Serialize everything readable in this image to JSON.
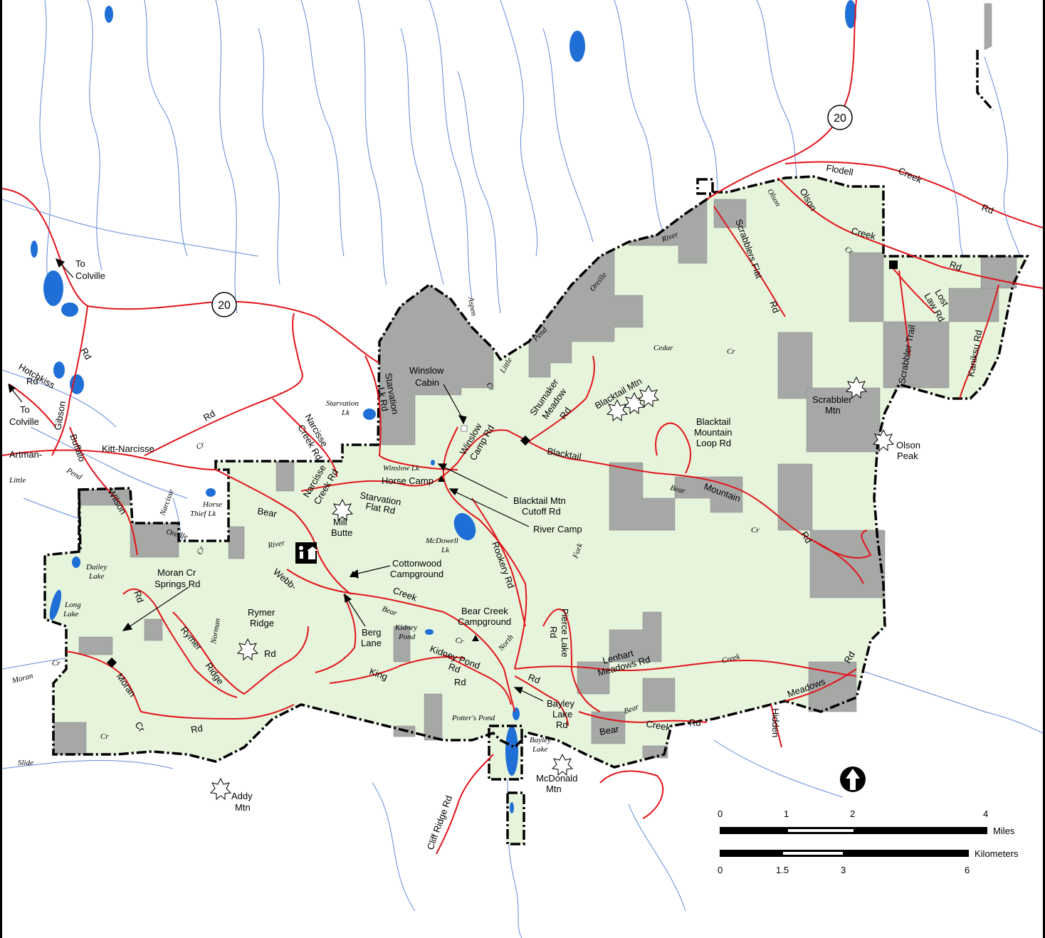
{
  "colors": {
    "area_fill": "#e6f4dc",
    "private_land": "#a6a8a6",
    "water": "#1f6fd6",
    "stream": "#5f8bd8",
    "road": "#e2141b",
    "boundary": "#000000"
  },
  "highway": {
    "number": "20"
  },
  "labels": {
    "to_colville_1": [
      "To",
      "Colville"
    ],
    "to_colville_2": [
      "To",
      "Colville"
    ],
    "hotchkiss": [
      "Hotchkiss",
      "Rd"
    ],
    "rd_west": "Rd",
    "gibson": "Gibson",
    "artman": "Artman-",
    "kitt_narcisse": "Kitt-Narcisse",
    "buffalo": "Buffalo",
    "wilson": "Wilson",
    "rd_mid": "Rd",
    "narcisse_creek": [
      "Narcisse",
      "Creek Rd"
    ],
    "narcisse_creek_2": [
      "Narcisse",
      "Creek Rd"
    ],
    "starvation_lk_rd": [
      "Starvation",
      "Lk Rd"
    ],
    "winslow_cabin": [
      "Winslow",
      "Cabin"
    ],
    "winslow_camp_rd": [
      "Winslow",
      "Camp Rd"
    ],
    "shumaker": [
      "Shumaker",
      "Meadow",
      "Rd"
    ],
    "blacktail_mtn": "Blacktail Mtn",
    "blacktail_loop": [
      "Blacktail",
      "Mountain",
      "Loop Rd"
    ],
    "blacktail": "Blacktail",
    "mountain": "Mountain",
    "rd_blacktail": "Rd",
    "horse_camp": "Horse Camp",
    "cutoff": [
      "Blacktail Mtn",
      "Cutoff Rd"
    ],
    "river_camp": "River Camp",
    "starvation_flat": [
      "Starvation",
      "Flat Rd"
    ],
    "bear": "Bear",
    "mill_butte": [
      "Mill",
      "Butte"
    ],
    "cottonwood": [
      "Cottonwood",
      "Campground"
    ],
    "moran_springs": [
      "Moran Cr",
      "Springs Rd"
    ],
    "webb": "Webb-",
    "creek": "Creek",
    "rookery": "Rookery Rd",
    "rymer_ridge": [
      "Rymer",
      "Ridge"
    ],
    "rymer": "Rymer",
    "ridge": "Ridge",
    "rd_rymer": "Rd",
    "rd_moran_springs": "Rd",
    "berg": [
      "Berg",
      "Lane"
    ],
    "bear_creek_cg": [
      "Bear Creek",
      "Campground"
    ],
    "kidney_pond_rd": [
      "Kidney Pond",
      "Rd"
    ],
    "king": "King",
    "rd_king": "Rd",
    "moran": "Moran",
    "cr_moran": "Cr",
    "rd_south": "Rd",
    "pierce_lake": [
      "Pierce Lake",
      "Rd"
    ],
    "lenhart": [
      "Lenhart",
      "Meadows Rd"
    ],
    "rd_north": "Rd",
    "bayley_lake_rd": [
      "Bayley",
      "Lake",
      "Rd"
    ],
    "bear_s": "Bear",
    "creek_s": "Creek",
    "rd_s2": "Rd",
    "hidden": "Hidden",
    "meadows": "Meadows",
    "rd_meadows": "Rd",
    "addy": [
      "Addy",
      "Mtn"
    ],
    "mcdonald": [
      "McDonald",
      "Mtn"
    ],
    "cliff_ridge": "Cliff Ridge Rd",
    "scrabbler_mtn": [
      "Scrabbler",
      "Mtn"
    ],
    "olson_peak": [
      "Olson",
      "Peak"
    ],
    "scrabbler_trail": "Scrabbler Trail",
    "kaniksu": "Kaniksu Rd",
    "lost_law": [
      "Lost",
      "Law Rd"
    ],
    "scrabblers_flat": "Scrabblers Flat",
    "rd_scrabblers": "Rd",
    "flodell": "Flodell",
    "creek_ne": "Creek",
    "rd_ne": "Rd",
    "olson_rd": "Olson",
    "creek_ne2": "Creek",
    "rd_ne2": "Rd"
  },
  "water_labels": {
    "starvation_lk": [
      "Starvation",
      "Lk"
    ],
    "winslow_lk": "Winslow Lk",
    "mcdowell": [
      "McDowell",
      "Lk"
    ],
    "horse_thief": [
      "Horse",
      "Thief Lk"
    ],
    "oreille_w": "Oreille",
    "narcisse_cr": "Narcisse",
    "pend_w": "Pend",
    "little_w": "Little",
    "dailey": [
      "Dailey",
      "Lake"
    ],
    "long_lake": [
      "Long",
      "Lake"
    ],
    "moran_cr": "Moran",
    "cr_w": "Cr",
    "slide": "Slide",
    "cr_sw": "Cr",
    "norman": "Norman",
    "cr_mid": "Cr",
    "cr_mid2": "Cr",
    "river_w": "River",
    "bear_cr": "Bear",
    "kidney_pond": [
      "Kidney",
      "Pond"
    ],
    "cr_kidney": "Cr",
    "north": "North",
    "fork": "Fork",
    "potters": "Potter's Pond",
    "bayley": [
      "Bayley",
      "Lake"
    ],
    "bear_e": "Bear",
    "cr_e": "Cr",
    "creek_e": "Creek",
    "bear_s2": "Bear",
    "aspen": "Aspen",
    "cr_aspen": "Cr",
    "little_n": "Little",
    "pend_n": "Pend",
    "oreille_n": "Oreille",
    "river_n": "River",
    "cedar": "Cedar",
    "cr_cedar": "Cr",
    "olson_cr": "Olson",
    "cr_olson": "Cr"
  },
  "scale": {
    "miles_ticks": [
      "0",
      "1",
      "2",
      "4"
    ],
    "miles_unit": "Miles",
    "km_ticks": [
      "0",
      "1.5",
      "3",
      "6"
    ],
    "km_unit": "Kilometers"
  },
  "icons": {
    "north_arrow": "north-arrow-icon",
    "peak": "peak-icon",
    "cabin": "cabin-square-icon",
    "campground": "campground-triangle-icon",
    "ranger": "ranger-station-icon",
    "highway_shield": "highway-shield-icon"
  }
}
